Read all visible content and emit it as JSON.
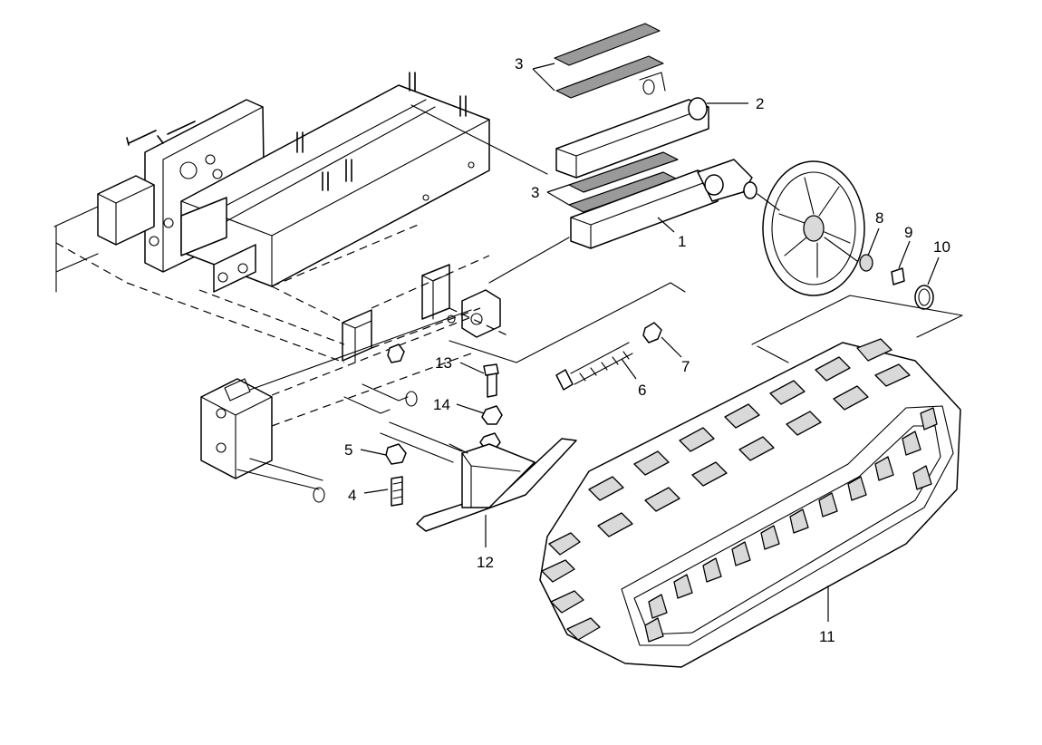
{
  "callouts": [
    {
      "id": "1",
      "label": "1"
    },
    {
      "id": "2",
      "label": "2"
    },
    {
      "id": "3a",
      "label": "3"
    },
    {
      "id": "3b",
      "label": "3"
    },
    {
      "id": "4",
      "label": "4"
    },
    {
      "id": "5",
      "label": "5"
    },
    {
      "id": "6",
      "label": "6"
    },
    {
      "id": "7",
      "label": "7"
    },
    {
      "id": "8",
      "label": "8"
    },
    {
      "id": "9",
      "label": "9"
    },
    {
      "id": "10",
      "label": "10"
    },
    {
      "id": "11",
      "label": "11"
    },
    {
      "id": "12",
      "label": "12"
    },
    {
      "id": "13",
      "label": "13"
    },
    {
      "id": "14",
      "label": "14"
    }
  ]
}
